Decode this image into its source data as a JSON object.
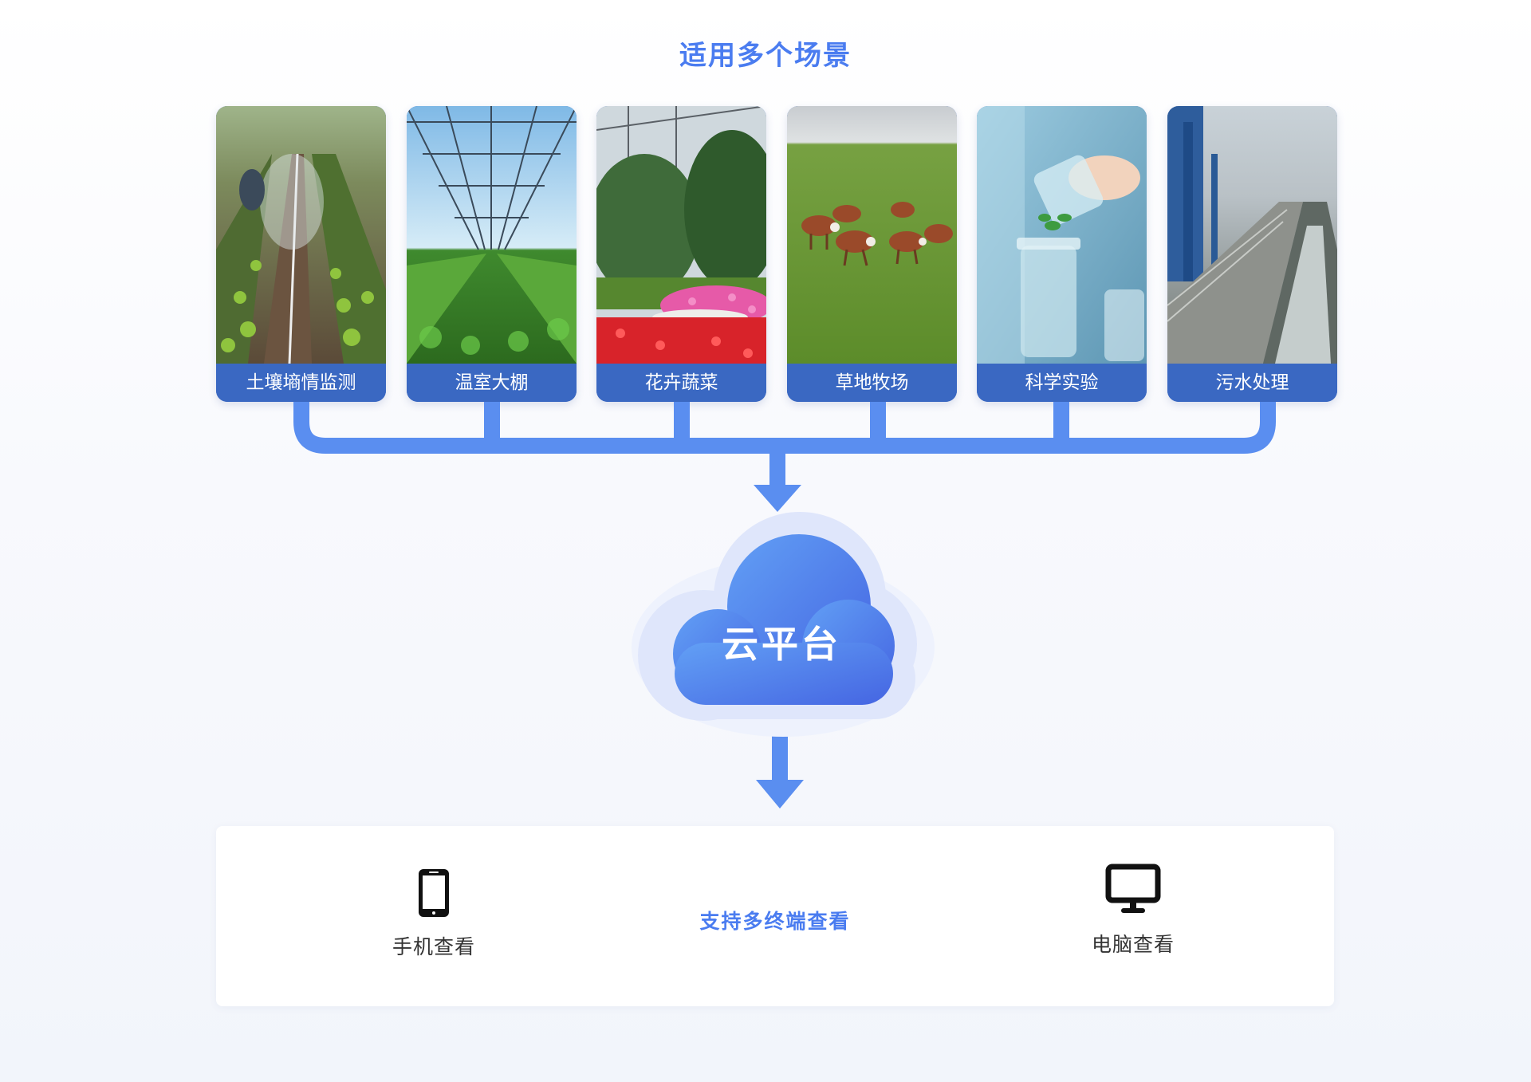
{
  "title": "适用多个场景",
  "scenarios": [
    {
      "label": "土壤墒情监测",
      "icon": "irrigation-field-photo"
    },
    {
      "label": "温室大棚",
      "icon": "greenhouse-photo"
    },
    {
      "label": "花卉蔬菜",
      "icon": "flower-garden-photo"
    },
    {
      "label": "草地牧场",
      "icon": "pasture-cattle-photo"
    },
    {
      "label": "科学实验",
      "icon": "lab-experiment-photo"
    },
    {
      "label": "污水处理",
      "icon": "sewage-treatment-photo"
    }
  ],
  "cloud": {
    "label": "云平台",
    "icon": "cloud-icon"
  },
  "terminals": {
    "center_text": "支持多终端查看",
    "mobile": {
      "label": "手机查看",
      "icon": "phone-icon"
    },
    "desktop": {
      "label": "电脑查看",
      "icon": "monitor-icon"
    }
  },
  "colors": {
    "accent": "#4a7cf0",
    "label_bg": "#3a68c2",
    "connector": "#5a8ef0",
    "cloud_start": "#5d96f3",
    "cloud_end": "#4a6ee6"
  }
}
